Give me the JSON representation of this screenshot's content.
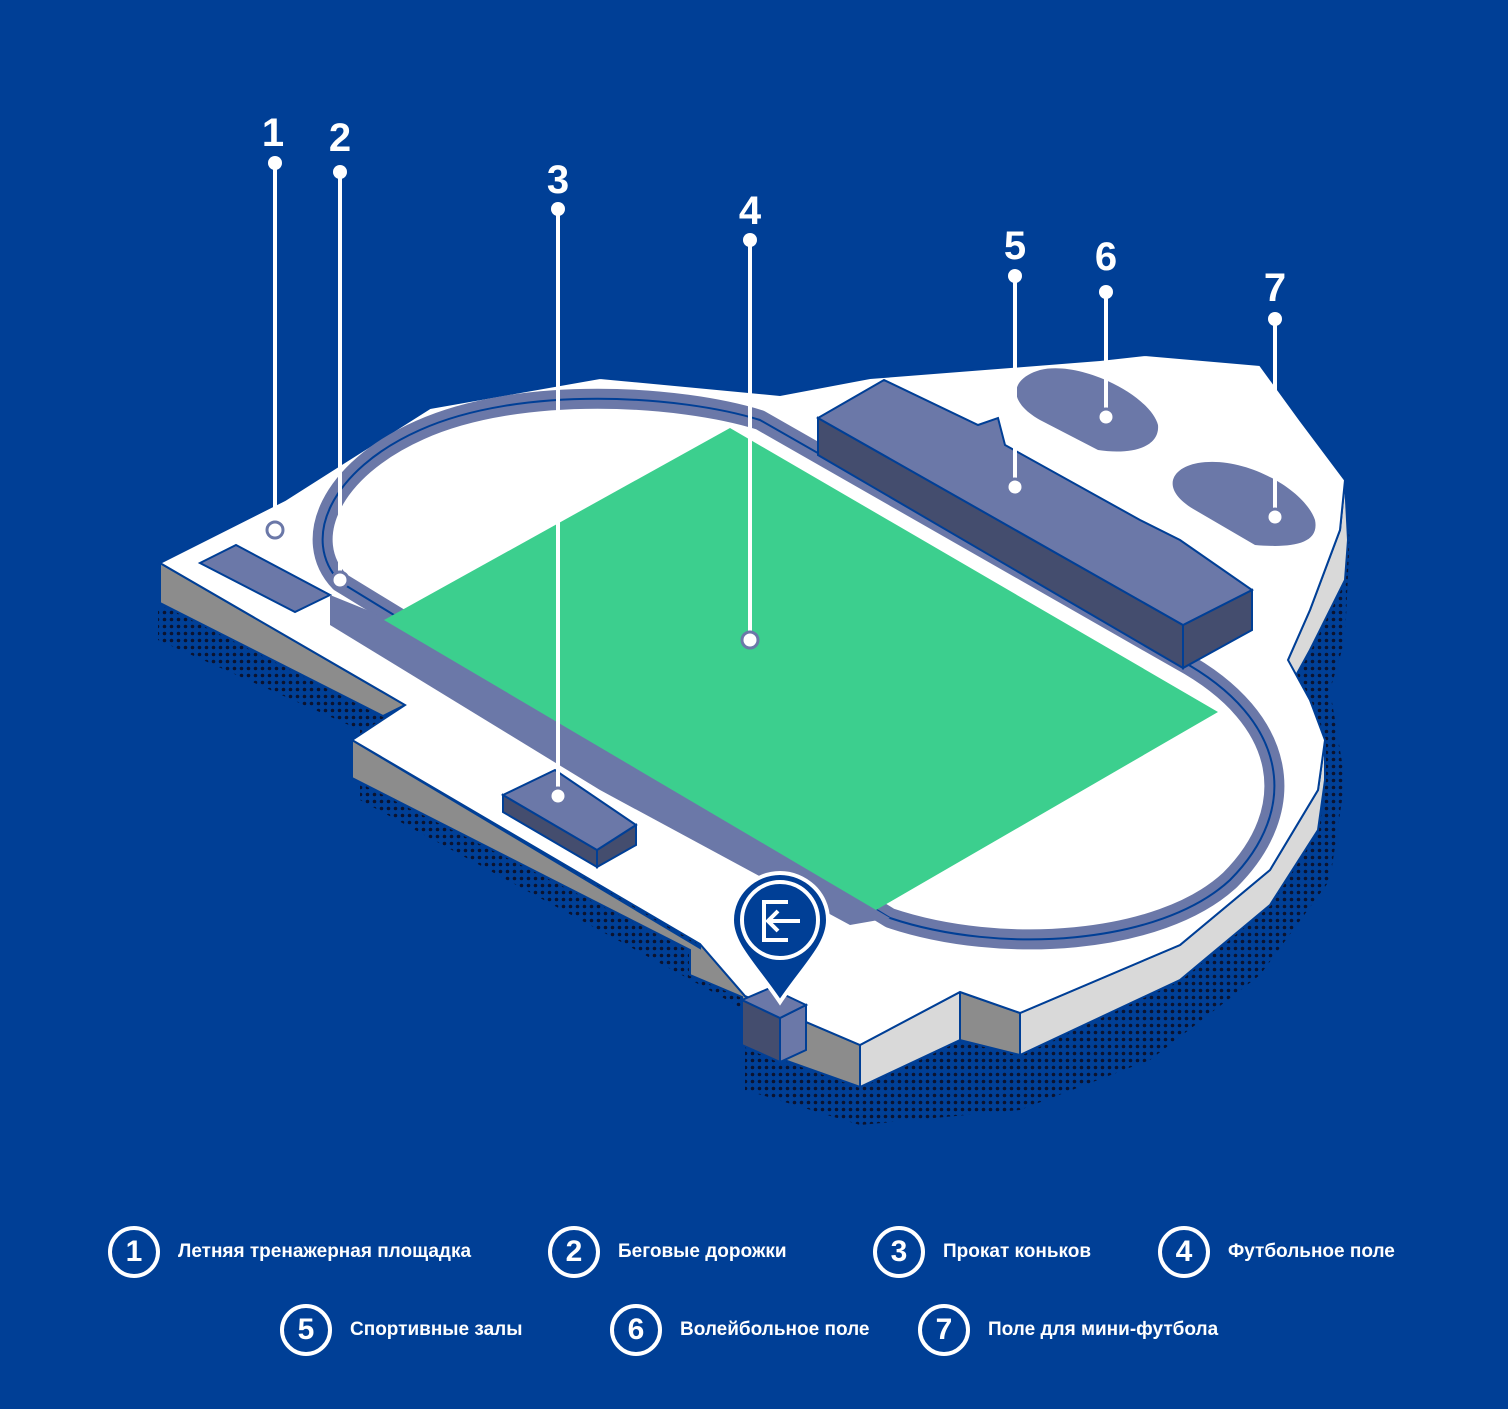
{
  "colors": {
    "background": "#003f96",
    "ground": "#ffffff",
    "ground_side": "#8c8c8c",
    "track": "#6b78a8",
    "building_top": "#6b78a8",
    "building_side": "#444d6e",
    "field": "#3ccf8e",
    "label": "#ffffff"
  },
  "entrance": {
    "icon": "entrance-icon"
  },
  "markers": [
    {
      "number": "1"
    },
    {
      "number": "2"
    },
    {
      "number": "3"
    },
    {
      "number": "4"
    },
    {
      "number": "5"
    },
    {
      "number": "6"
    },
    {
      "number": "7"
    }
  ],
  "legend": [
    {
      "number": "1",
      "label": "Летняя тренажерная площадка"
    },
    {
      "number": "2",
      "label": "Беговые дорожки"
    },
    {
      "number": "3",
      "label": "Прокат коньков"
    },
    {
      "number": "4",
      "label": "Футбольное поле"
    },
    {
      "number": "5",
      "label": "Спортивные залы"
    },
    {
      "number": "6",
      "label": "Волейбольное поле"
    },
    {
      "number": "7",
      "label": "Поле для мини-футбола"
    }
  ]
}
